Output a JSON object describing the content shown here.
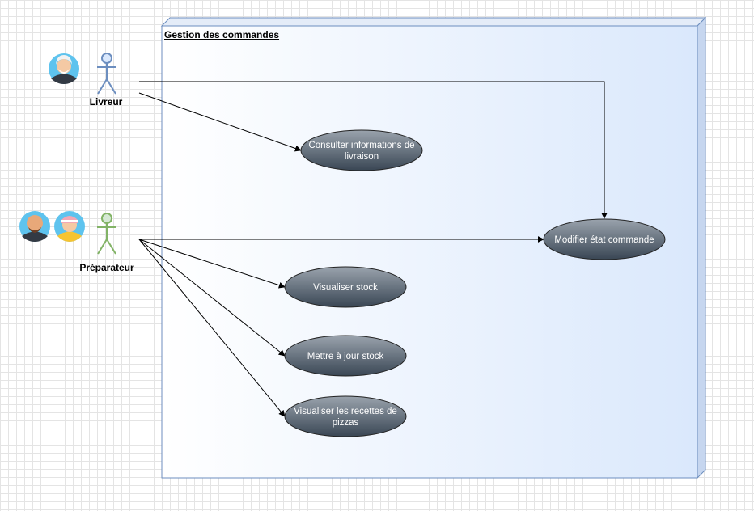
{
  "boundary": {
    "title": "Gestion des commandes"
  },
  "actors": {
    "livreur": {
      "label": "Livreur"
    },
    "preparateur": {
      "label": "Préparateur"
    }
  },
  "use_cases": {
    "consulter": {
      "line1": "Consulter informations de",
      "line2": "livraison"
    },
    "modifier": {
      "line1": "Modifier état commande"
    },
    "visualiser_stock": {
      "line1": "Visualiser stock"
    },
    "mettre_a_jour": {
      "line1": "Mettre à jour stock"
    },
    "recettes": {
      "line1": "Visualiser les recettes de",
      "line2": "pizzas"
    }
  },
  "colors": {
    "boundary_fill_start": "#ffffff",
    "boundary_fill_end": "#dae8fc",
    "boundary_stroke": "#6c8ebf",
    "usecase_fill_top": "#9aa3ad",
    "usecase_fill_bottom": "#394654",
    "livreur_stroke": "#6c8ebf",
    "preparateur_stroke": "#82b366"
  }
}
